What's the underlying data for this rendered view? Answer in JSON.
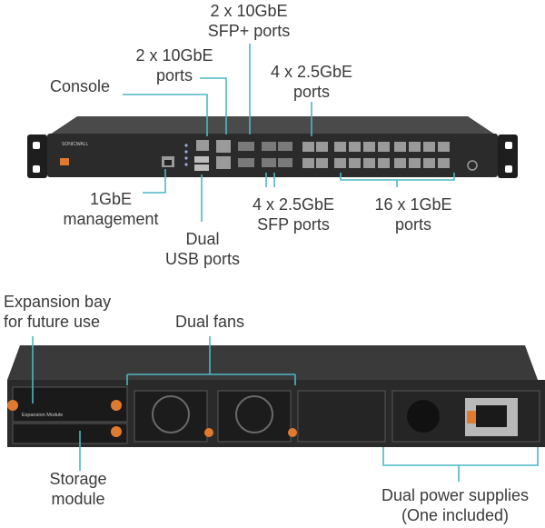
{
  "colors": {
    "leader_line": "#4ab8c4",
    "label_text": "#3a3a3a",
    "chassis": "#2b2b2b",
    "port_metal": "#9a9a9a",
    "accent_orange": "#e07a2e"
  },
  "front": {
    "logo_text": "SONICWALL",
    "labels": {
      "sfp_plus_10g_line1": "2 x 10GbE",
      "sfp_plus_10g_line2": "SFP+ ports",
      "ports_10g_line1": "2 x 10GbE",
      "ports_10g_line2": "ports",
      "console": "Console",
      "ports_2_5g_line1": "4 x 2.5GbE",
      "ports_2_5g_line2": "ports",
      "mgmt_line1": "1GbE",
      "mgmt_line2": "management",
      "sfp_2_5g_line1": "4 x 2.5GbE",
      "sfp_2_5g_line2": "SFP ports",
      "ports_1g_line1": "16 x 1GbE",
      "ports_1g_line2": "ports",
      "usb_line1": "Dual",
      "usb_line2": "USB ports"
    }
  },
  "rear": {
    "module_text": "Expansion Module",
    "labels": {
      "expansion_line1": "Expansion bay",
      "expansion_line2": "for future use",
      "fans": "Dual fans",
      "storage_line1": "Storage",
      "storage_line2": "module",
      "psu_line1": "Dual power supplies",
      "psu_line2": "(One included)"
    }
  }
}
